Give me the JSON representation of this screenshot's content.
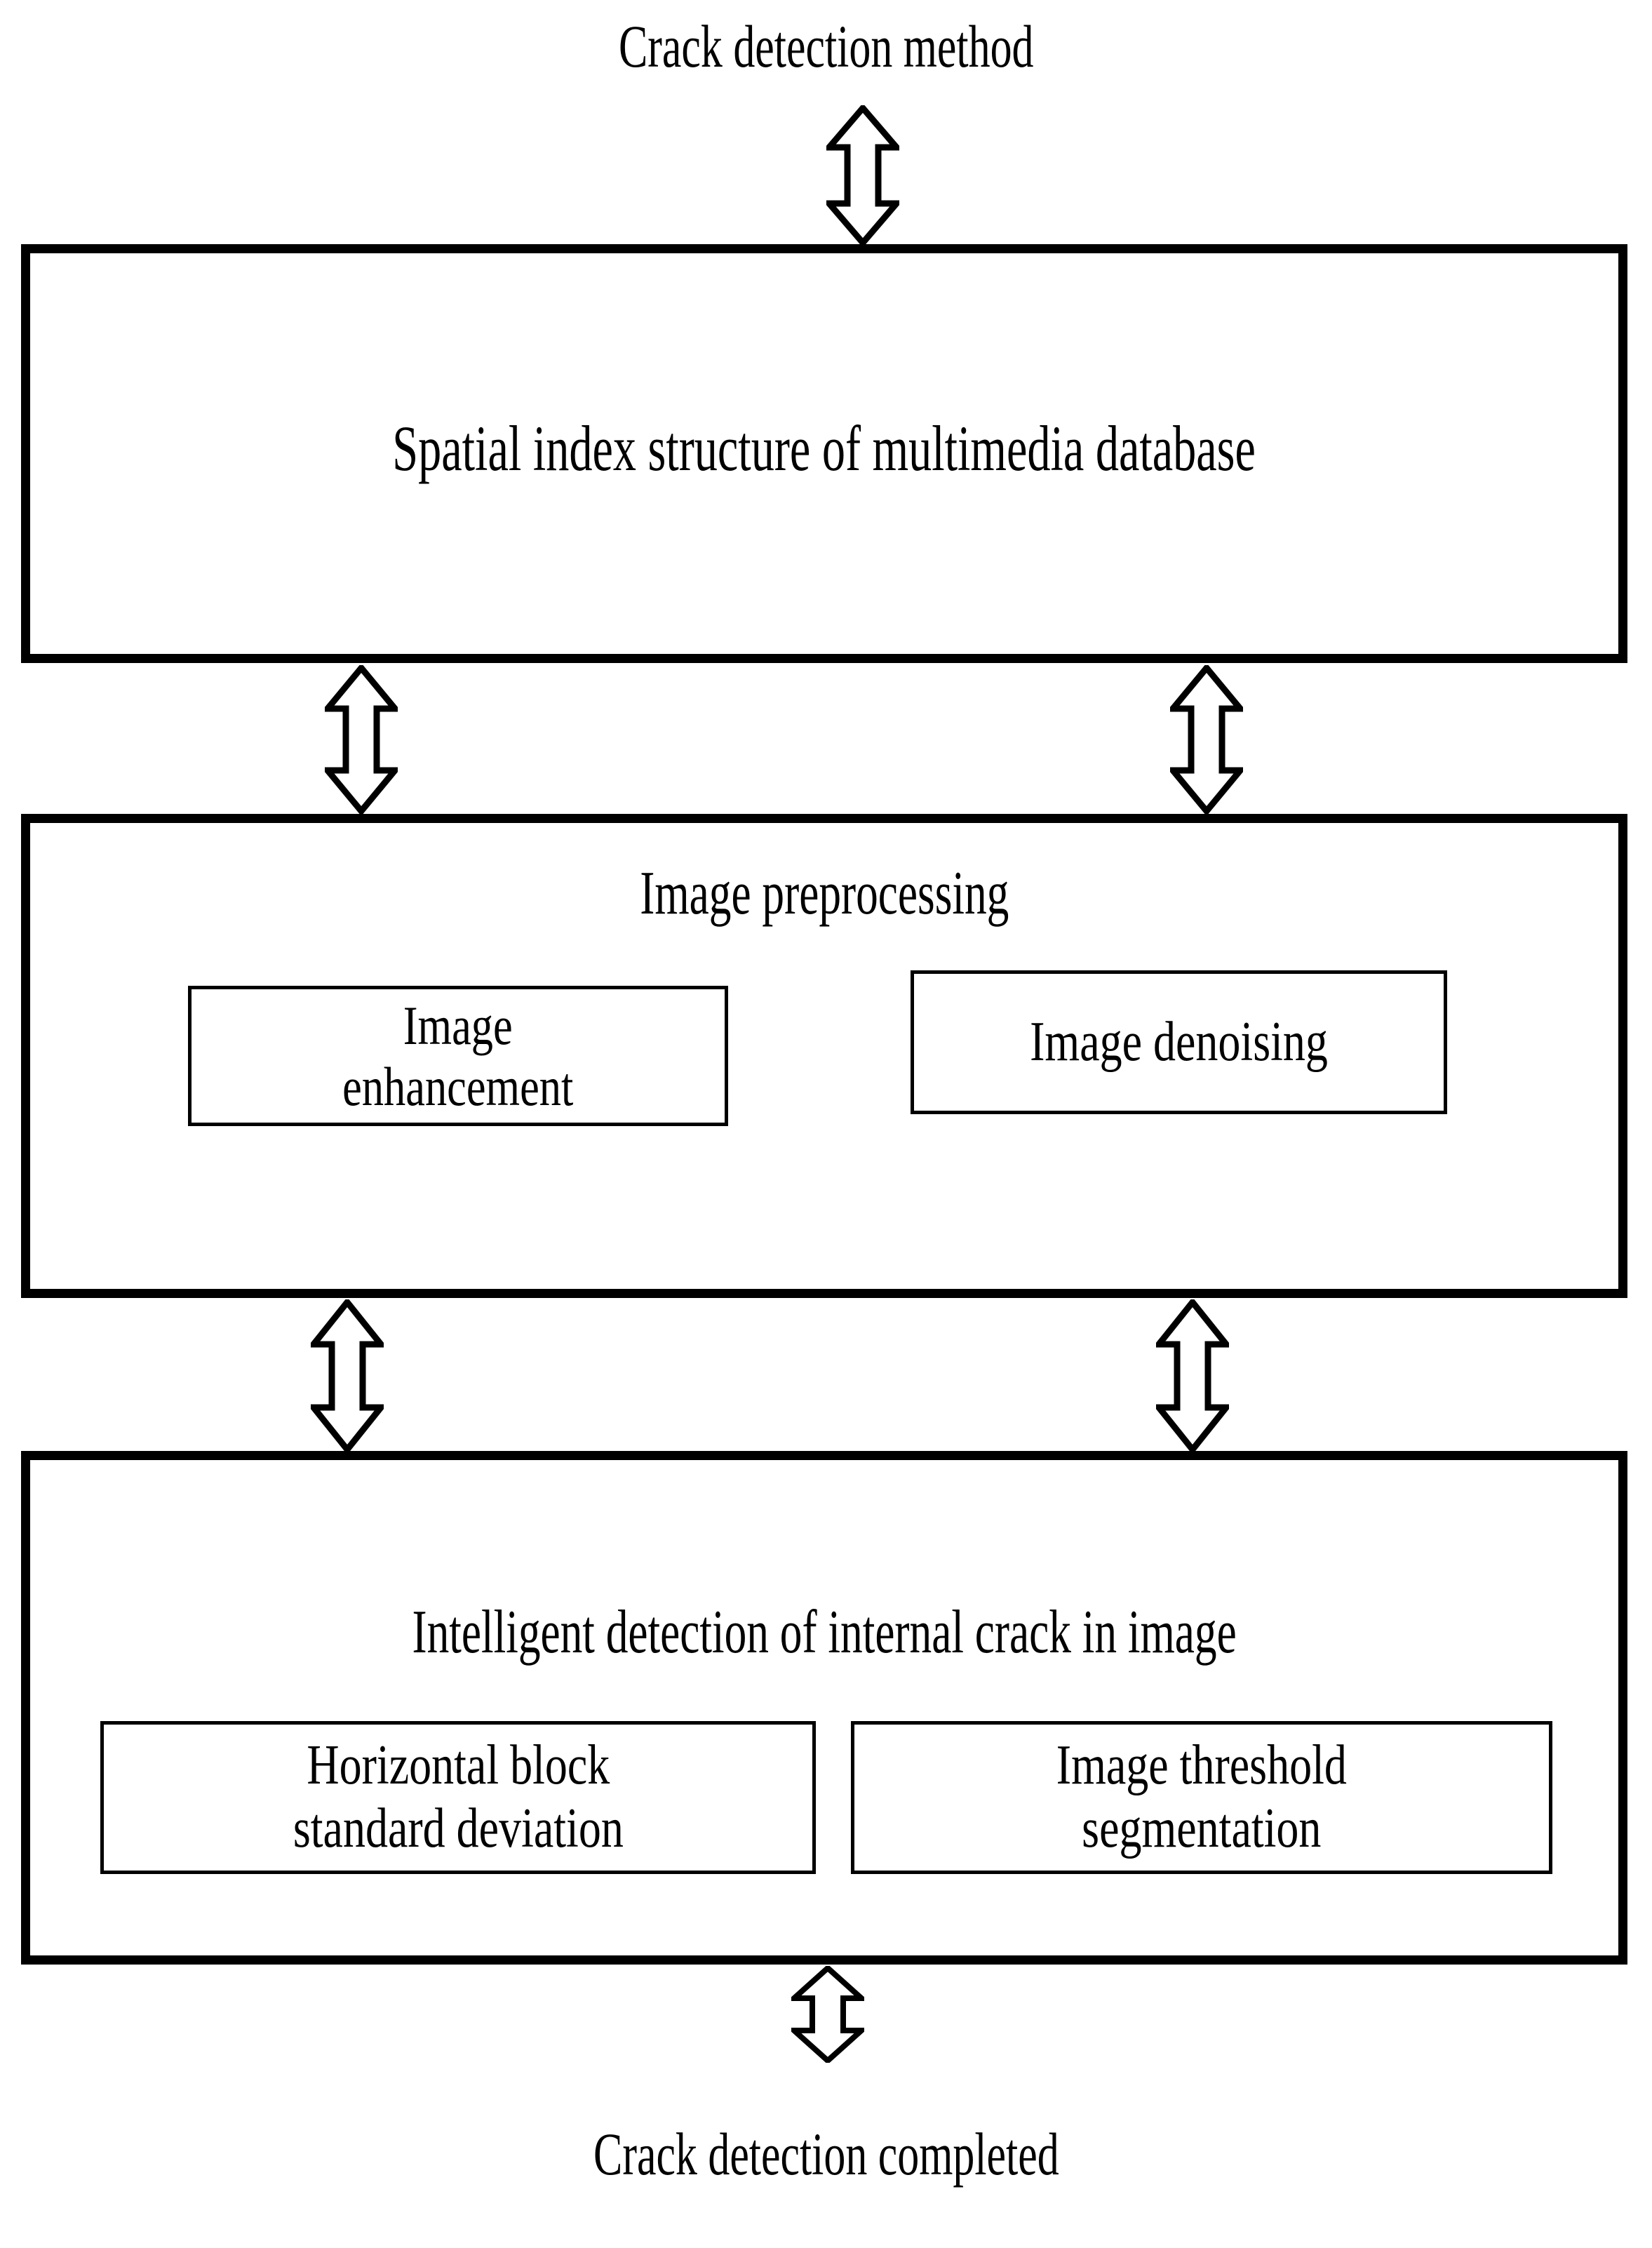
{
  "diagram": {
    "title": "Crack detection method",
    "footer": "Crack detection completed",
    "stages": [
      {
        "id": "spatial-index",
        "label": "Spatial index structure of multimedia database",
        "children": []
      },
      {
        "id": "image-preprocessing",
        "label": "Image preprocessing",
        "children": [
          {
            "id": "image-enhancement",
            "label": "Image\nenhancement"
          },
          {
            "id": "image-denoising",
            "label": "Image denoising"
          }
        ]
      },
      {
        "id": "intelligent-detection",
        "label": "Intelligent detection of internal crack in image",
        "children": [
          {
            "id": "horizontal-block-standard-deviation",
            "label": "Horizontal block\nstandard deviation"
          },
          {
            "id": "image-threshold-segmentation",
            "label": "Image threshold\nsegmentation"
          }
        ]
      }
    ],
    "connectors": [
      {
        "id": "connector-title-to-spatial-index",
        "kind": "double-arrow-vertical"
      },
      {
        "id": "connector-spatial-index-to-preprocessing-left",
        "kind": "double-arrow-vertical"
      },
      {
        "id": "connector-spatial-index-to-preprocessing-right",
        "kind": "double-arrow-vertical"
      },
      {
        "id": "connector-preprocessing-to-detection-left",
        "kind": "double-arrow-vertical"
      },
      {
        "id": "connector-preprocessing-to-detection-right",
        "kind": "double-arrow-vertical"
      },
      {
        "id": "connector-detection-to-completed",
        "kind": "double-arrow-vertical"
      }
    ],
    "colors": {
      "stroke": "#000000",
      "background": "#ffffff",
      "fill": "#ffffff"
    }
  }
}
